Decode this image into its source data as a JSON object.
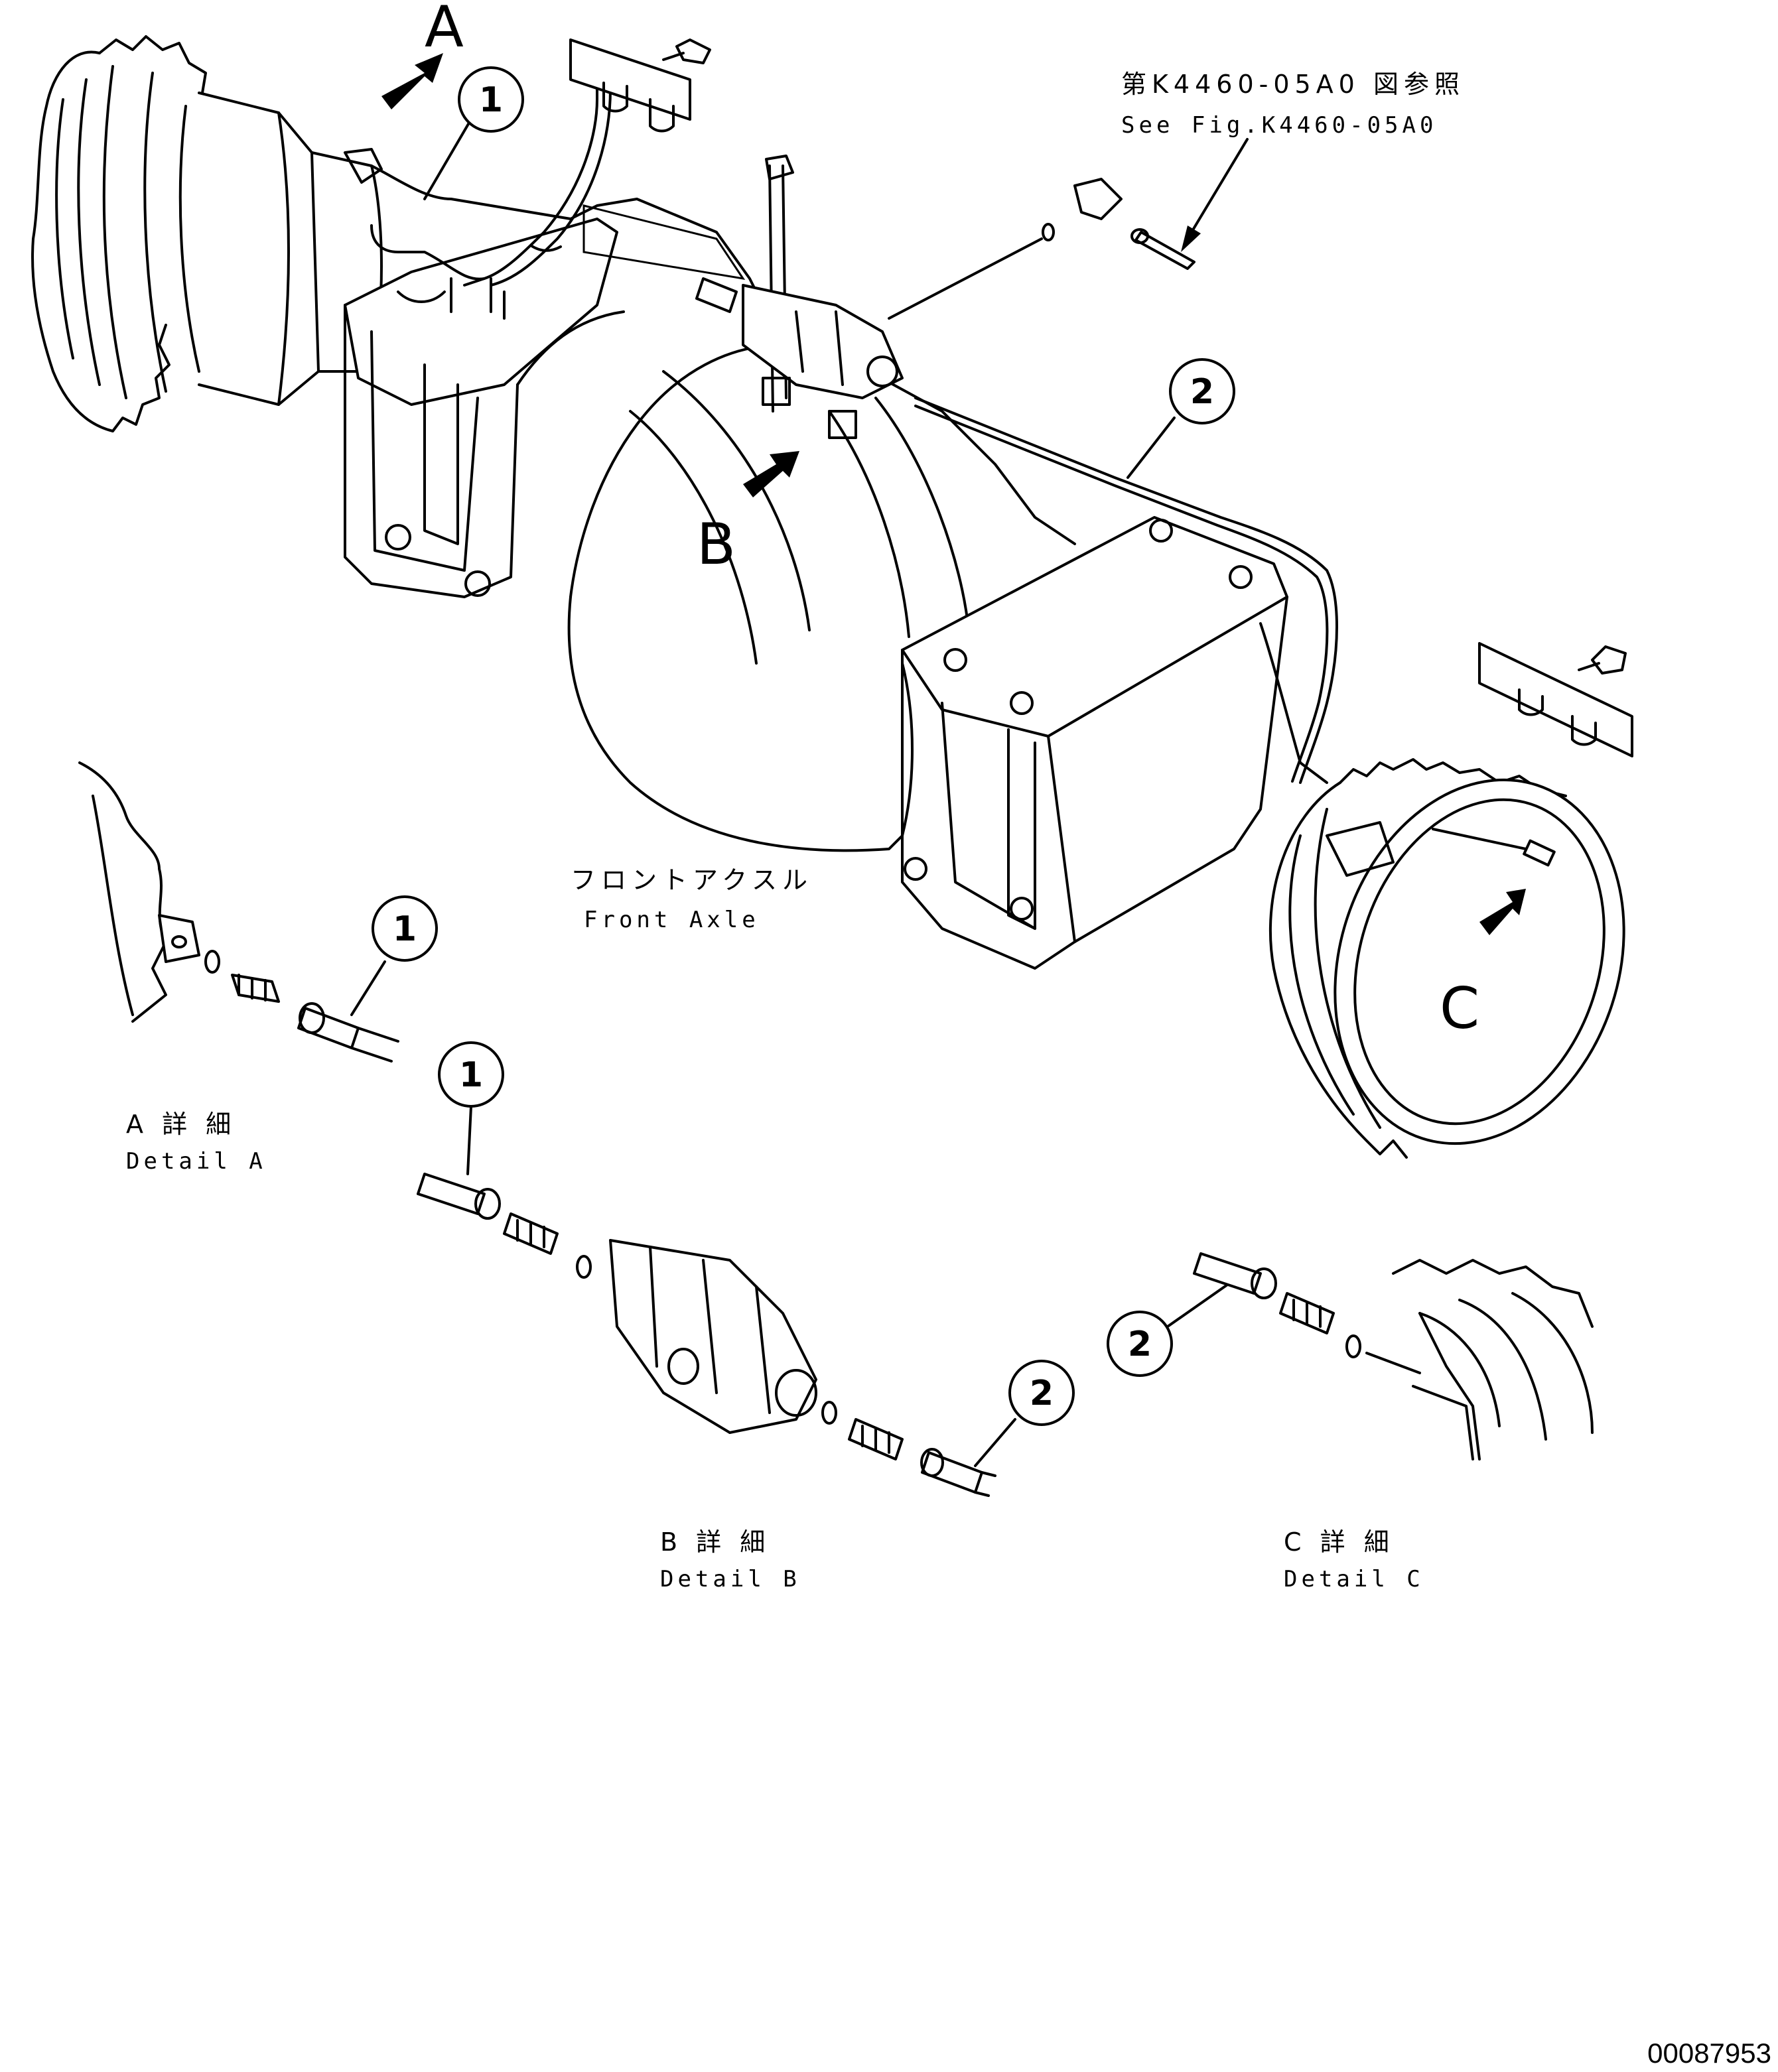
{
  "callouts": {
    "c1_a": "1",
    "c1_detail_a": "1",
    "c1_detail_b": "1",
    "c2_main": "2",
    "c2_detail_b": "2",
    "c2_detail_c": "2"
  },
  "view_markers": {
    "a": "A",
    "b": "B",
    "c": "C"
  },
  "reference": {
    "jp": "第K4460-05A0 図参照",
    "en": "See Fig.K4460-05A0"
  },
  "main_label": {
    "jp": "フロントアクスル",
    "en": "Front Axle"
  },
  "details": {
    "a": {
      "jp": "A 詳 細",
      "en": "Detail A"
    },
    "b": {
      "jp": "B 詳 細",
      "en": "Detail B"
    },
    "c": {
      "jp": "C 詳 細",
      "en": "Detail C"
    }
  },
  "drawing_number": "00087953"
}
